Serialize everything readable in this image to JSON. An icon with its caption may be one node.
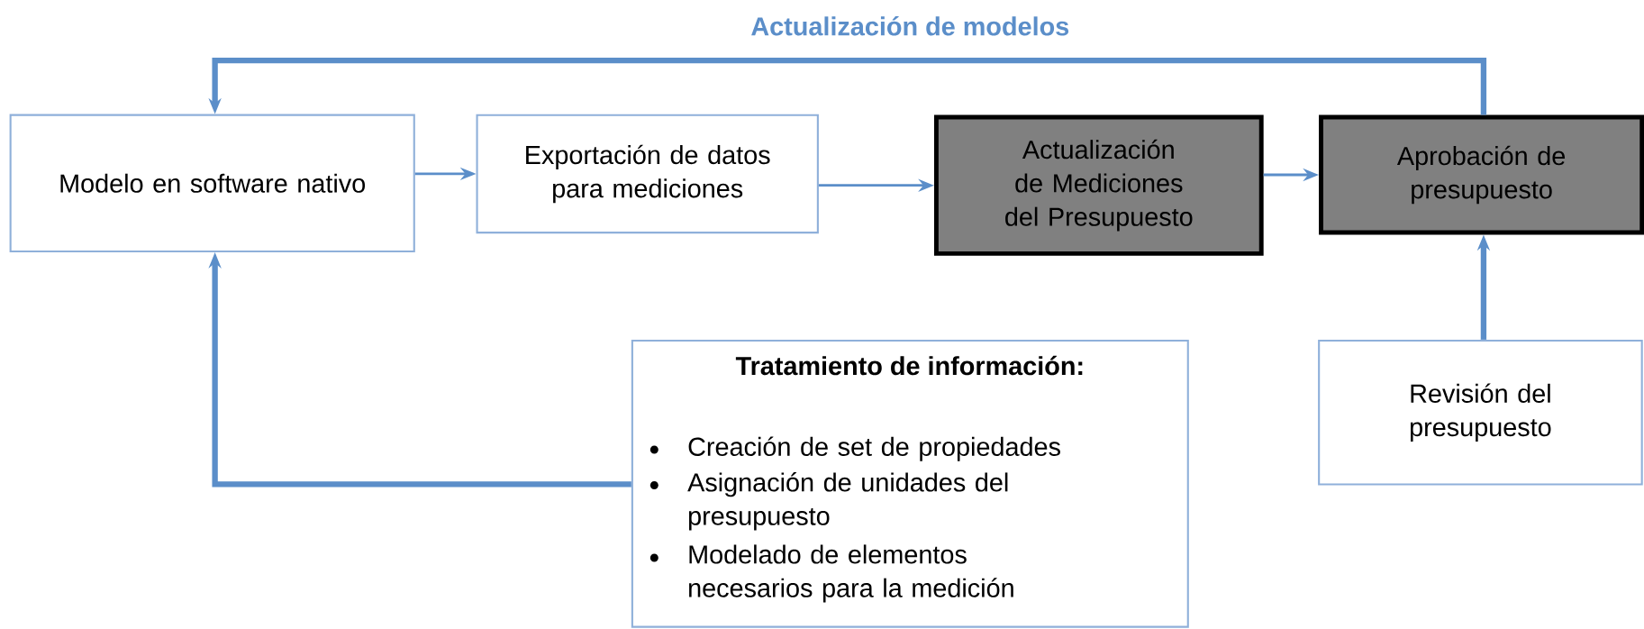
{
  "diagram": {
    "nodes": [
      {
        "text": [
          "Modelo en software nativo"
        ]
      },
      {
        "text": [
          "Exportación de datos para mediciones"
        ]
      },
      {
        "text": [
          "Actualización de Mediciones del Presupuesto"
        ]
      },
      {
        "text": [
          "Aprobación de presupuesto"
        ]
      },
      {
        "text": [
          "Tratamiento de información:",
          "Creación de set de propiedades",
          "Asignación de unidades del presupuesto",
          "Modelado de elementos necesarios para la medición"
        ]
      },
      {
        "text": [
          "Revisión del presupuesto"
        ]
      }
    ],
    "edges": [
      {
        "from": 0,
        "to": 1,
        "arrow": "to"
      },
      {
        "from": 1,
        "to": 2,
        "arrow": "to"
      },
      {
        "from": 2,
        "to": 3,
        "arrow": "to"
      },
      {
        "from": 3,
        "to": 0,
        "arrow": "to",
        "label": "Actualización de modelos",
        "style": "thick"
      },
      {
        "from": 4,
        "to": 0,
        "arrow": "to",
        "style": "thick"
      },
      {
        "from": 5,
        "to": 3,
        "arrow": "to",
        "style": "thick"
      }
    ]
  }
}
